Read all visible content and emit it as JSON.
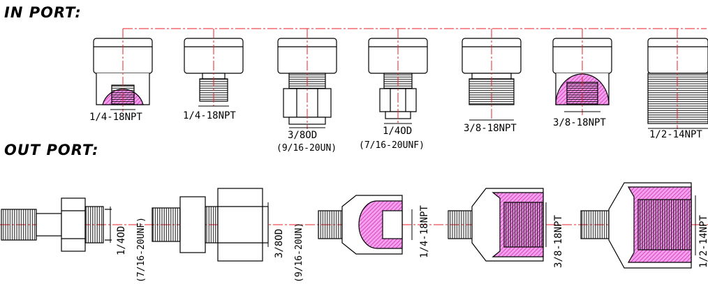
{
  "in_port": {
    "heading": "IN PORT:",
    "labels": [
      {
        "line1": "1/4-18NPT"
      },
      {
        "line1": "1/4-18NPT"
      },
      {
        "line1": "3/8OD",
        "line2": "(9/16-20UN)"
      },
      {
        "line1": "1/4OD",
        "line2": "(7/16-20UNF)"
      },
      {
        "line1": "3/8-18NPT"
      },
      {
        "line1": "3/8-18NPT"
      },
      {
        "line1": "1/2-14NPT"
      }
    ]
  },
  "out_port": {
    "heading": "OUT PORT:",
    "labels": [
      {
        "line1": "1/4OD",
        "line2": "(7/16-20UNF)"
      },
      {
        "line1": "3/8OD",
        "line2": "(9/16-20UN)"
      },
      {
        "line1": "1/4-18NPT"
      },
      {
        "line1": "3/8-18NPT"
      },
      {
        "line1": "1/2-14NPT"
      }
    ]
  },
  "colors": {
    "line": "#000000",
    "centerline": "#e8202a",
    "hatch": "#e040d0"
  }
}
